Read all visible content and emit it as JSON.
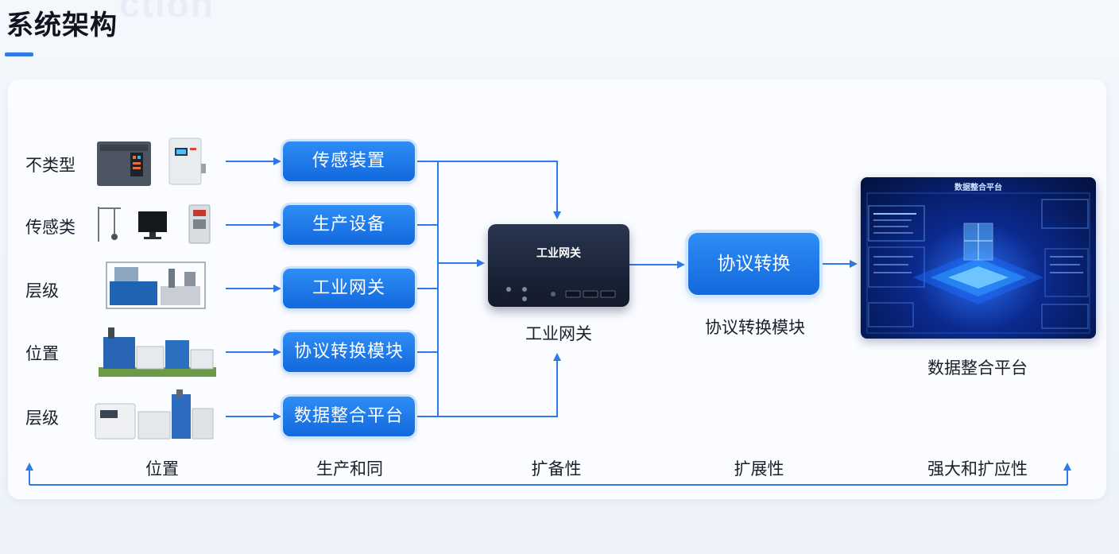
{
  "page": {
    "background_text": "ction",
    "title": "系统架构"
  },
  "rows": [
    {
      "label": "不类型",
      "pill": "传感装置"
    },
    {
      "label": "传感类",
      "pill": "生产设备"
    },
    {
      "label": "层级",
      "pill": "工业网关"
    },
    {
      "label": "位置",
      "pill": "协议转换模块"
    },
    {
      "label": "层级",
      "pill": "数据整合平台"
    }
  ],
  "gateway": {
    "box_label": "工业网关",
    "caption": "工业网关"
  },
  "protocol": {
    "box_label": "协议转换",
    "caption": "协议转换模块"
  },
  "platform": {
    "screen_title": "数据整合平台",
    "caption": "数据整合平台"
  },
  "bottom_labels": [
    "位置",
    "生产和同",
    "扩备性",
    "扩展性",
    "强大和扩应性"
  ],
  "colors": {
    "accent": "#2f7be5",
    "pill": "#1a7bed",
    "gateway": "#1b2438",
    "screen": "#0b2a8e"
  }
}
